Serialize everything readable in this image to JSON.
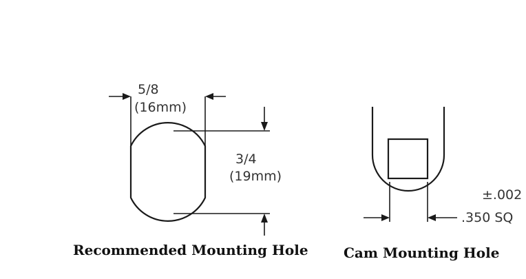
{
  "recommended": {
    "width_fraction": "5/8",
    "width_metric": "(16mm)",
    "height_fraction": "3/4",
    "height_metric": "(19mm)",
    "caption": "Recommended Mounting Hole"
  },
  "cam": {
    "tolerance": "±.002",
    "size": ".350 SQ",
    "caption": "Cam Mounting Hole"
  },
  "colors": {
    "line": "#1a1a1a",
    "text": "#333333",
    "background": "#ffffff"
  }
}
